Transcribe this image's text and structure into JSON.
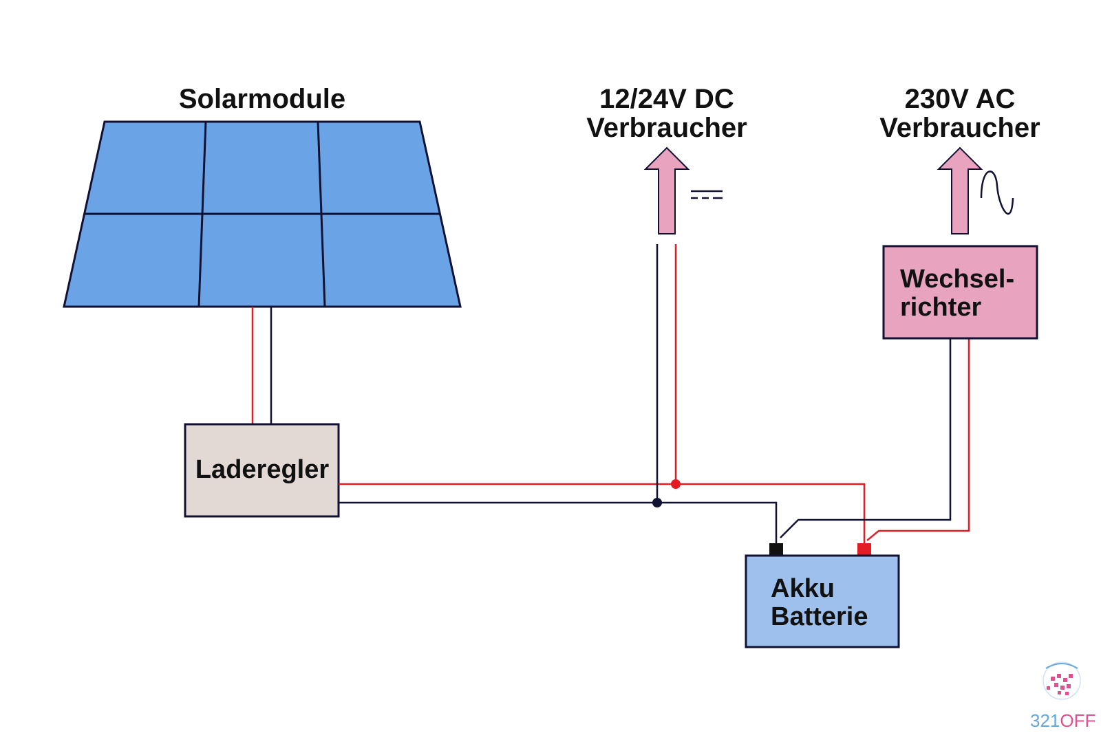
{
  "labels": {
    "solar_title": "Solarmodule",
    "dc_title_line1": "12/24V DC",
    "dc_title_line2": "Verbraucher",
    "ac_title_line1": "230V AC",
    "ac_title_line2": "Verbraucher",
    "charge_controller": "Laderegler",
    "inverter_line1": "Wechsel-",
    "inverter_line2": "richter",
    "battery_line1": "Akku",
    "battery_line2": "Batterie"
  },
  "logo": {
    "text_part1": "321",
    "text_part2": "OFF"
  },
  "symbols": {
    "dc": "dc-symbol-icon",
    "ac": "ac-sine-icon"
  },
  "colors": {
    "panel": "#6aa4e6",
    "charge_controller": "#e2d8d4",
    "inverter": "#e8a4bf",
    "battery": "#9dc1ec",
    "arrow": "#e8a4bf",
    "wire_positive": "#e31b23",
    "wire_negative": "#111133",
    "logo_blue": "#66a6e0",
    "logo_pink": "#e0508f"
  }
}
